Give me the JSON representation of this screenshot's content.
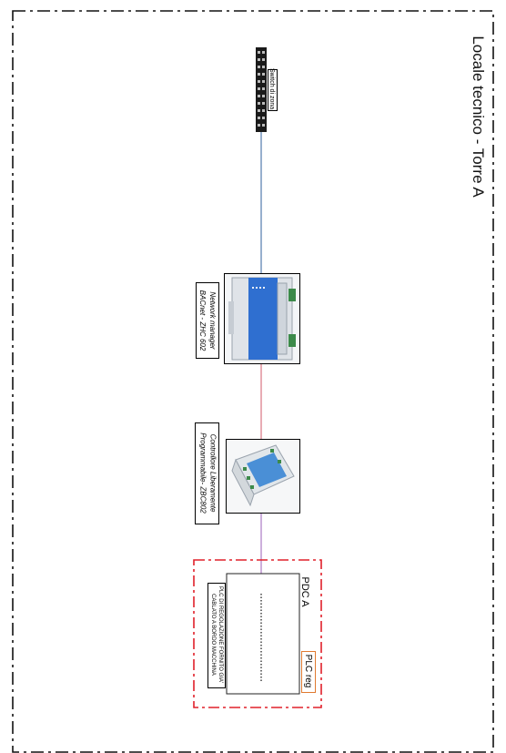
{
  "area": {
    "title": "Locale tecnico - Torre A"
  },
  "switch": {
    "label": "Switch di zona"
  },
  "network_manager": {
    "label_line1": "Network manager",
    "label_line2": "BACnet - ZHC 602"
  },
  "controller": {
    "label_line1": "Controllore Liberamente",
    "label_line2": "Programmabile- ZBC802"
  },
  "pdc": {
    "title": "PDC A",
    "plc_tag": "PLC reg",
    "note_line1": "PLC DI REGOLAZIONE FORNITO GIA'",
    "note_line2": "CABLATO A BORDO MACCHINA"
  },
  "colors": {
    "bacnet_link": "#2f5f9e",
    "bus_link": "#d25a6a",
    "plc_link": "#9b5fb8",
    "pdc_border": "#e0202a",
    "plc_tag_border": "#e07a30"
  }
}
